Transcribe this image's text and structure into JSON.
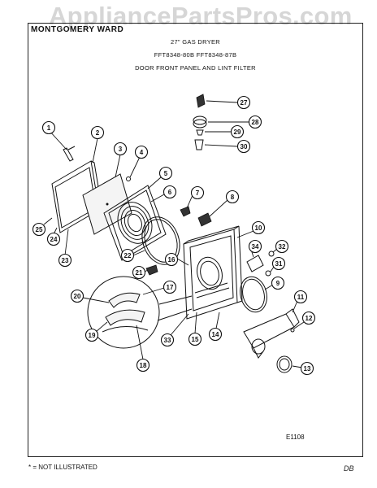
{
  "watermark": "AppliancePartsPros.com",
  "header": {
    "brand": "MONTGOMERY WARD",
    "title": "27\" GAS DRYER",
    "models": "FFT8348-80B  FFT8348-87B",
    "section": "DOOR FRONT PANEL AND LINT FILTER"
  },
  "diagram": {
    "code": "E1108",
    "footnote": "* = NOT ILLUSTRATED",
    "initials": "DB",
    "callouts": [
      "1",
      "2",
      "3",
      "4",
      "5",
      "6",
      "7",
      "8",
      "9",
      "10",
      "11",
      "12",
      "13",
      "14",
      "15",
      "16",
      "17",
      "18",
      "19",
      "20",
      "21",
      "22",
      "23",
      "24",
      "25",
      "27",
      "28",
      "29",
      "30",
      "31",
      "32",
      "33",
      "34"
    ]
  }
}
